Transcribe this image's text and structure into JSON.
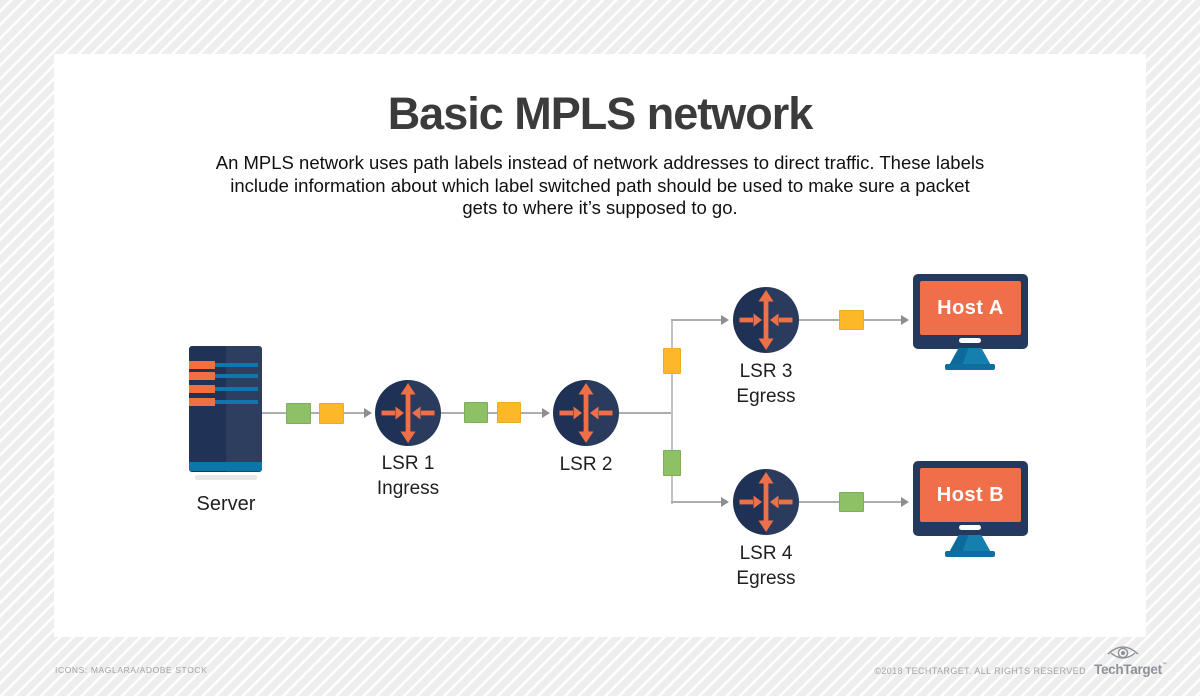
{
  "page": {
    "title": "Basic MPLS network",
    "subtitle_lines": [
      "An MPLS network uses path labels instead of network addresses to direct traffic. These labels",
      "include information about which label switched path should be used to make sure a packet",
      "gets to where it’s supposed to go."
    ]
  },
  "nodes": {
    "server": {
      "label": "Server"
    },
    "lsr1": {
      "name": "LSR 1",
      "role": "Ingress"
    },
    "lsr2": {
      "name": "LSR 2"
    },
    "lsr3": {
      "name": "LSR 3",
      "role": "Egress"
    },
    "lsr4": {
      "name": "LSR 4",
      "role": "Egress"
    },
    "host_a": {
      "label": "Host A"
    },
    "host_b": {
      "label": "Host B"
    }
  },
  "colors": {
    "label_green": "#8ec166",
    "label_yellow": "#fcb829",
    "router_navy": "#1f3155",
    "router_arrow_orange": "#ef7046",
    "connector_gray": "#adadad",
    "host_screen_orange": "#ee6f49",
    "monitor_frame_navy": "#24395e",
    "stand_teal": "#1278a9",
    "server_stripe_teal": "#0d76a8",
    "server_bar_orange": "#f0703f"
  },
  "footer": {
    "credit": "ICONS: MAGLARA/ADOBE STOCK",
    "copyright": "©2018 TECHTARGET. ALL RIGHTS RESERVED",
    "brand": "TechTarget",
    "trademark": "™"
  }
}
